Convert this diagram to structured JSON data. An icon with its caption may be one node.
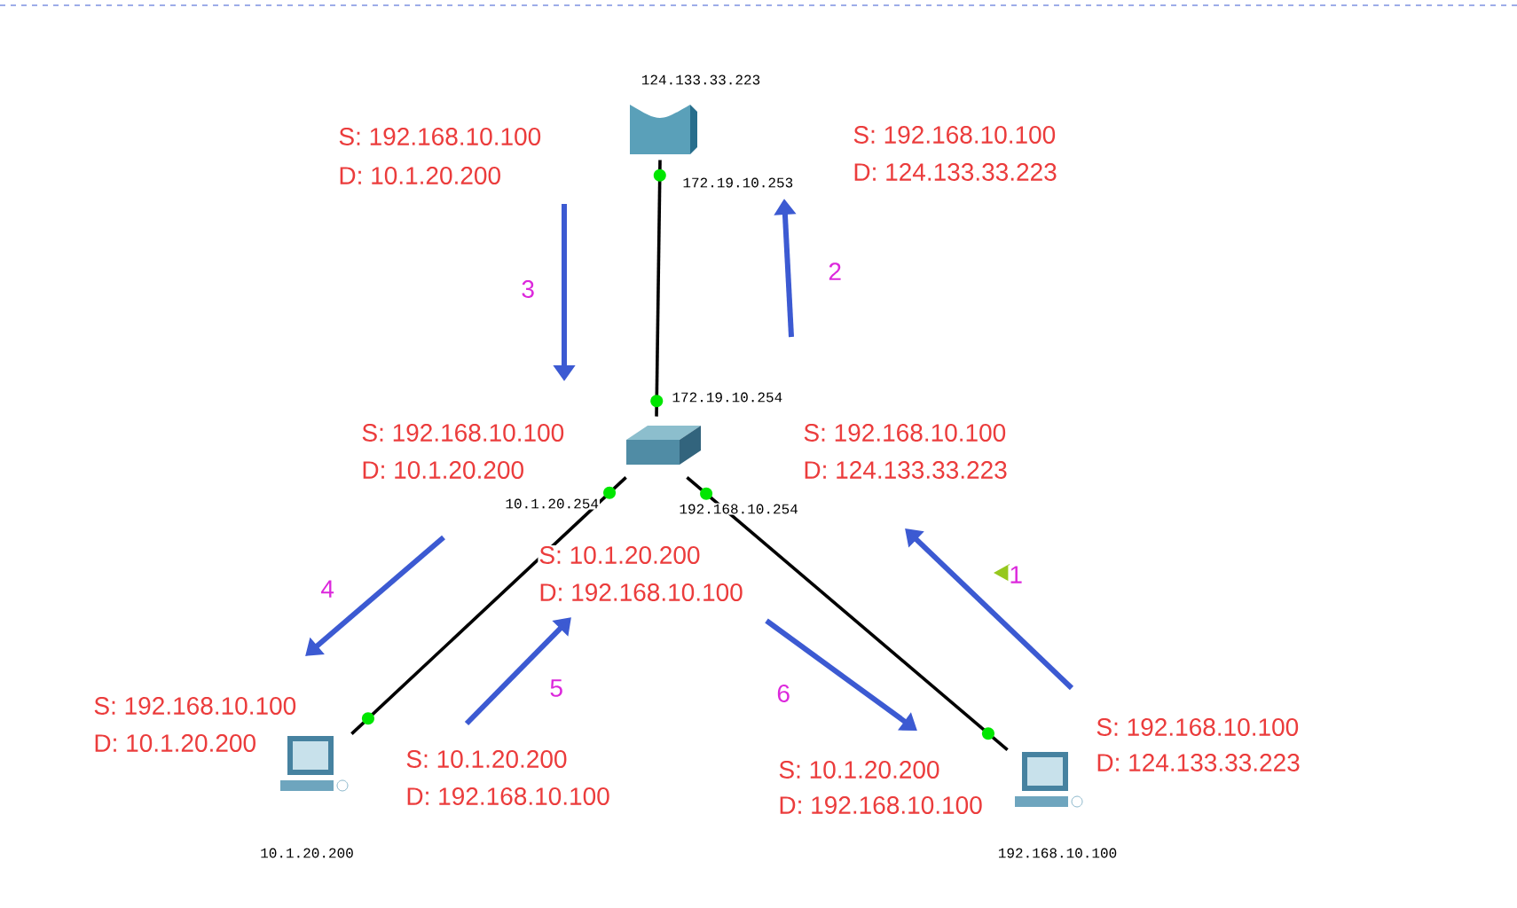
{
  "diagram": {
    "nodes": [
      {
        "text": [],
        "shape": "cloud",
        "beside": [
          "124.133.33.223"
        ]
      },
      {
        "text": [],
        "shape": "switch"
      },
      {
        "text": [],
        "shape": "computer",
        "beside": [
          "10.1.20.200"
        ]
      },
      {
        "text": [],
        "shape": "computer",
        "beside": [
          "192.168.10.100"
        ]
      }
    ],
    "edges": [
      {
        "from": 0,
        "to": 1,
        "arrow": "none"
      },
      {
        "from": 1,
        "to": 2,
        "arrow": "none"
      },
      {
        "from": 1,
        "to": 3,
        "arrow": "none"
      }
    ],
    "labels": [
      "S: 192.168.10.100",
      "S: 192.168.10.100",
      "D: 10.1.20.200",
      "D: 124.133.33.223",
      "172.19.10.253",
      "2",
      "3",
      "172.19.10.254",
      "S: 192.168.10.100",
      "S: 192.168.10.100",
      "D: 10.1.20.200",
      "D: 124.133.33.223",
      "10.1.20.254",
      "192.168.10.254",
      "S: 10.1.20.200",
      "1",
      "4",
      "D: 192.168.10.100",
      "5",
      "6",
      "S: 192.168.10.100",
      "S: 192.168.10.100",
      "D: 10.1.20.200",
      "D: 124.133.33.223",
      "S: 10.1.20.200",
      "S: 10.1.20.200",
      "D: 192.168.10.100",
      "D: 192.168.10.100"
    ]
  }
}
